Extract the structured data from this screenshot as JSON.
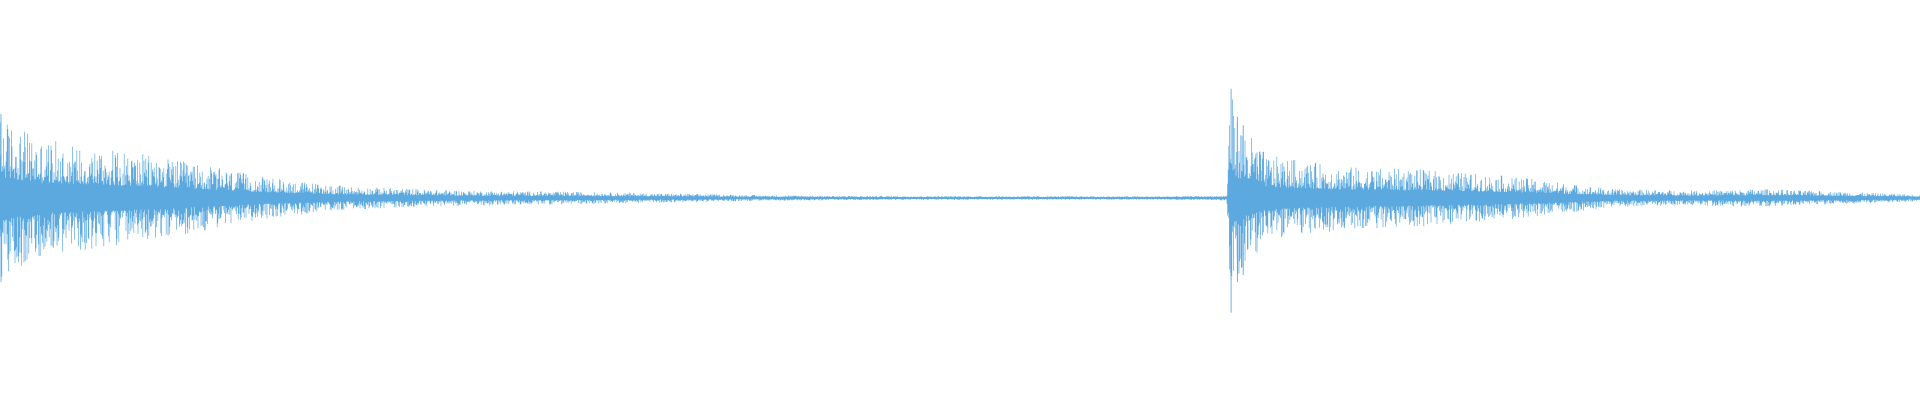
{
  "waveform": {
    "color": "#5ca9e0",
    "background": "#ffffff",
    "channels": 1,
    "style": "peak-lines",
    "envelope": [
      {
        "t": 0.0,
        "amp": 0.58
      },
      {
        "t": 0.02,
        "amp": 0.42
      },
      {
        "t": 0.05,
        "amp": 0.36
      },
      {
        "t": 0.08,
        "amp": 0.3
      },
      {
        "t": 0.11,
        "amp": 0.22
      },
      {
        "t": 0.14,
        "amp": 0.14
      },
      {
        "t": 0.18,
        "amp": 0.08
      },
      {
        "t": 0.24,
        "amp": 0.05
      },
      {
        "t": 0.3,
        "amp": 0.04
      },
      {
        "t": 0.36,
        "amp": 0.025
      },
      {
        "t": 0.4,
        "amp": 0.015
      },
      {
        "t": 0.45,
        "amp": 0.01
      },
      {
        "t": 0.6,
        "amp": 0.008
      },
      {
        "t": 0.639,
        "amp": 0.012
      },
      {
        "t": 0.6405,
        "amp": 0.78
      },
      {
        "t": 0.645,
        "amp": 0.55
      },
      {
        "t": 0.66,
        "amp": 0.3
      },
      {
        "t": 0.7,
        "amp": 0.22
      },
      {
        "t": 0.74,
        "amp": 0.2
      },
      {
        "t": 0.78,
        "amp": 0.16
      },
      {
        "t": 0.8,
        "amp": 0.13
      },
      {
        "t": 0.84,
        "amp": 0.06
      },
      {
        "t": 0.88,
        "amp": 0.05
      },
      {
        "t": 0.92,
        "amp": 0.06
      },
      {
        "t": 0.96,
        "amp": 0.04
      },
      {
        "t": 1.0,
        "amp": 0.02
      }
    ]
  }
}
